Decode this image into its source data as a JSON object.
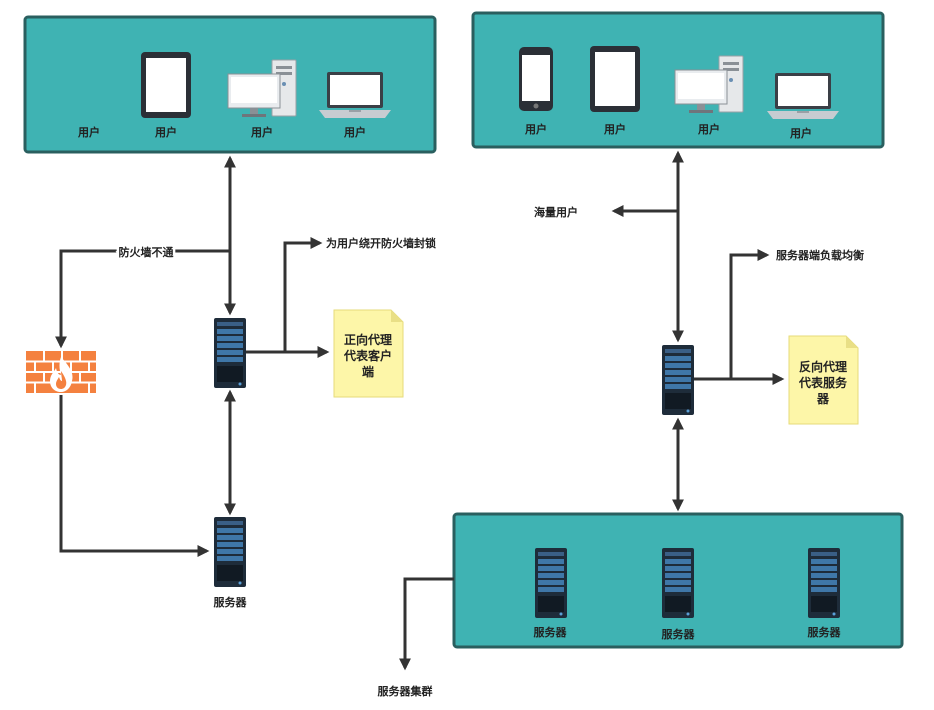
{
  "forward": {
    "users_labels": [
      "用户",
      "用户",
      "用户",
      "用户"
    ],
    "firewall_blocked": "防火墙不通",
    "bypass": "为用户绕开防火墙封锁",
    "note": [
      "正向代理",
      "代表客户",
      "端"
    ],
    "server": "服务器"
  },
  "reverse": {
    "users_labels": [
      "用户",
      "用户",
      "用户",
      "用户"
    ],
    "mass_users": "海量用户",
    "load_balance": "服务器端负载均衡",
    "note": [
      "反向代理",
      "代表服务",
      "器"
    ],
    "servers": [
      "服务器",
      "服务器",
      "服务器"
    ],
    "cluster": "服务器集群"
  },
  "colors": {
    "panel": "#3fb3b3",
    "panel_border": "#2a5f5f",
    "arrow": "#333333",
    "note": "#fdf6a8",
    "firewall": "#f4813f",
    "server": "#1e2c3a"
  }
}
